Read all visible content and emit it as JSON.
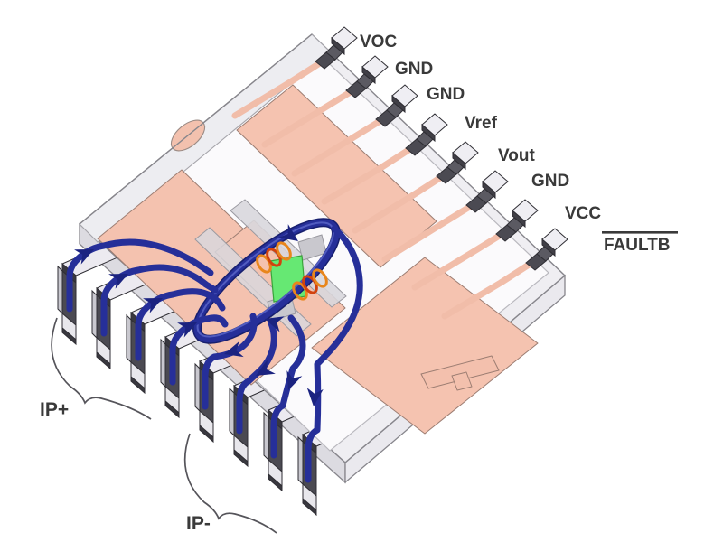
{
  "diagram": {
    "title": "current-sensor-package-pinout",
    "signal_pins": [
      {
        "label": "VOC",
        "overline": false
      },
      {
        "label": "GND",
        "overline": false
      },
      {
        "label": "GND",
        "overline": false
      },
      {
        "label": "Vref",
        "overline": false
      },
      {
        "label": "Vout",
        "overline": false
      },
      {
        "label": "GND",
        "overline": false
      },
      {
        "label": "VCC",
        "overline": false
      },
      {
        "label": "FAULTB",
        "overline": true
      }
    ],
    "current_paths": {
      "positive_label": "IP+",
      "negative_label": "IP-"
    },
    "colors": {
      "copper": "#f5c3b0",
      "package_body": "#efeef2",
      "package_cavity": "#fbfafc",
      "pin_dark": "#4b4a52",
      "pin_light": "#efeef3",
      "current_blue": "#262f99",
      "die_green": "#66e873",
      "coil_orange": "#e8861c",
      "label_text": "#3a3a3a"
    }
  }
}
